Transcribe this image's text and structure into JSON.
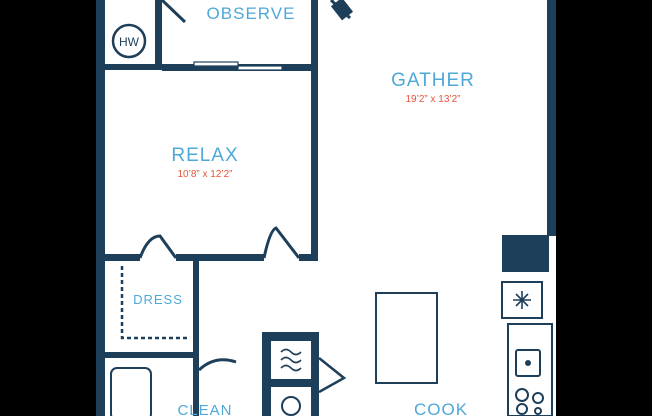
{
  "rooms": {
    "observe": {
      "name": "OBSERVE"
    },
    "gather": {
      "name": "GATHER",
      "dimensions": "19’2” x 13’2”"
    },
    "relax": {
      "name": "RELAX",
      "dimensions": "10’8” x 12’2”"
    },
    "dress": {
      "name": "DRESS"
    },
    "clean": {
      "name": "CLEAN"
    },
    "cook": {
      "name": "COOK"
    },
    "hw": {
      "name": "HW"
    }
  },
  "colors": {
    "wall": "#1e3f5a",
    "label": "#4ea8d8",
    "dimension": "#e8543a",
    "floor": "#ffffff",
    "background": "#000000"
  }
}
